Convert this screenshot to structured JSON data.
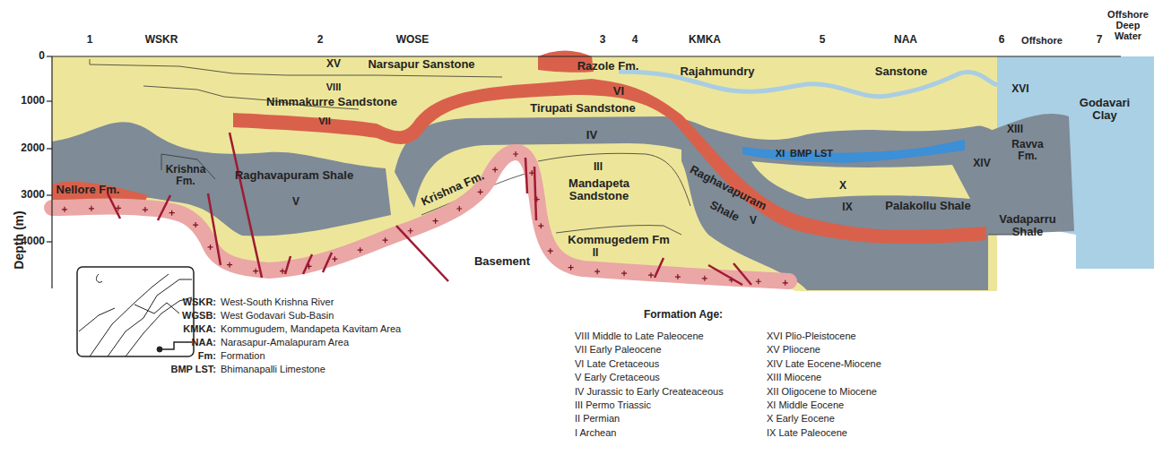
{
  "diagram": {
    "labels": [
      "1",
      "WSKR",
      "2",
      "WOSE",
      "3",
      "4",
      "KMKA",
      "5",
      "NAA",
      "6",
      "Offshore",
      "7",
      "Offshore Deep Water",
      "0",
      "1000",
      "2000",
      "3000",
      "4000",
      "Depth (m)",
      "XV",
      "Narsapur Sanstone",
      "VIII",
      "Nimmakurre Sandstone",
      "VII",
      "Razole Fm.",
      "Rajahmundry",
      "Sanstone",
      "VI",
      "Tirupati Sandstone",
      "XVI",
      "Godavari Clay",
      "XIII",
      "Ravva Fm.",
      "IV",
      "XI",
      "BMP LST",
      "XIV",
      "Krishna Fm.",
      "Nellore Fm.",
      "Raghavapuram Shale",
      "V",
      "Krishna Fm.",
      "III",
      "Mandapeta Sandstone",
      "X",
      "IX",
      "Palakollu Shale",
      "Vadaparru Shale",
      "Raghavapuram",
      "Shale",
      "V",
      "Kommugedem Fm",
      "II",
      "Basement",
      "WSKR:",
      "West-South Krishna River",
      "WGSB:",
      "West Godavari Sub-Basin",
      "KMKA:",
      "Kommugudem, Mandapeta Kavitam Area",
      "NAA:",
      "Narasapur-Amalapuram Area",
      "Fm:",
      "Formation",
      "BMP LST:",
      "Bhimanapalli Limestone",
      "Formation Age:",
      "VIII Middle to Late Paleocene",
      "VII Early Paleocene",
      "VI Late Cretaceous",
      "V Early Cretaceous",
      "IV Jurassic to Early Createaceous",
      "III Permo Triassic",
      "II Permian",
      "I Archean",
      "XVI Plio-Pleistocene",
      "XV Pliocene",
      "XIV Late Eocene-Miocene",
      "XIII Miocene",
      "XII Oligocene to Miocene",
      "XI Middle Eocene",
      "X Early Eocene",
      "IX Late Paleocene"
    ]
  }
}
